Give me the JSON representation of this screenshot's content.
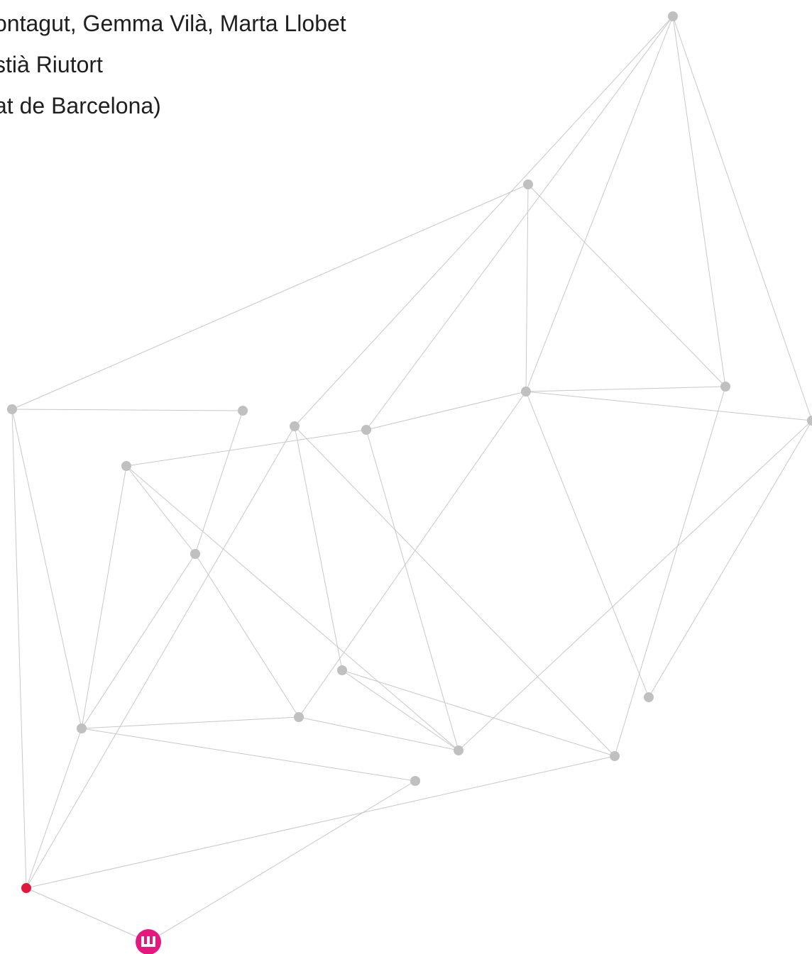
{
  "credits": {
    "authors_line": "ontagut, Gemma Vilà, Marta Llobet",
    "second_line": "stià Riutort",
    "affiliation_line": "at de Barcelona)"
  },
  "colors": {
    "edge": "#c8c8c8",
    "node": "#c0c0c0",
    "accent_node": "#e0183c",
    "logo_badge": "#e6187e"
  },
  "logo": {
    "icon": "w-brand-logo-icon"
  }
}
